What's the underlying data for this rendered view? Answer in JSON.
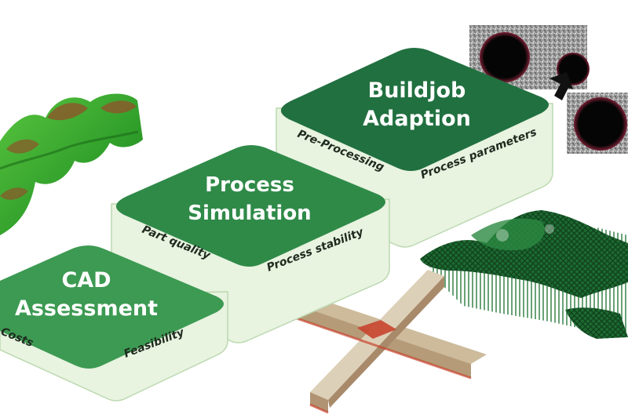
{
  "steps": [
    {
      "title_lines": [
        "CAD",
        "Assessment"
      ],
      "side_labels": [
        "Costs",
        "Feasibility"
      ]
    },
    {
      "title_lines": [
        "Process",
        "Simulation"
      ],
      "side_labels": [
        "Part quality",
        "Process stability"
      ]
    },
    {
      "title_lines": [
        "Buildjob",
        "Adaption"
      ],
      "side_labels": [
        "Pre-Processing",
        "Process parameters"
      ]
    }
  ],
  "colors": {
    "step1_top": "#3c9a52",
    "step2_top": "#2f8a48",
    "step3_top": "#217040",
    "block_side": "#e8f3e0",
    "block_edge": "#bcd9b0",
    "part_green": "#2f9e2a",
    "lattice_green": "#1f6b33",
    "cross_beige": "#d6c6aa",
    "cross_red": "#c8442e"
  }
}
